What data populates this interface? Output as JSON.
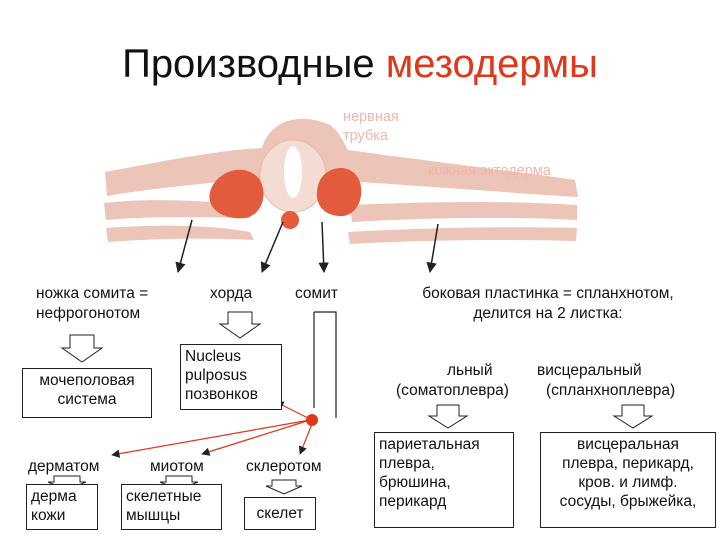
{
  "title": {
    "main": "Производные ",
    "accent": "мезодермы"
  },
  "embryo_labels": {
    "neural_tube_1": "нервная",
    "neural_tube_2": "трубка",
    "ectoderm": "кожная эктодерма"
  },
  "row1": {
    "somite_stalk_1": "ножка сомита =",
    "somite_stalk_2": "нефрогонотом",
    "notochord": "хорда",
    "somite": "сомит",
    "lateral_plate_1": "боковая пластинка = спланхнотом,",
    "lateral_plate_2": "делится на 2 листка:"
  },
  "nucleus": [
    "Nucleus",
    "pulposus",
    "позвонков"
  ],
  "urogenital": [
    "мочеполовая",
    "система"
  ],
  "leaves": {
    "parietal_1": "льный",
    "parietal_2": "(соматоплевра)",
    "visceral_1": "висцеральный",
    "visceral_2": "(спланхноплевра)"
  },
  "row3": {
    "dermatome": "дерматом",
    "myotome": "миотом",
    "sclerotome": "склеротом"
  },
  "dermis": [
    "дерма",
    "кожи"
  ],
  "muscles": [
    "скелетные",
    "мышцы"
  ],
  "skeleton": "скелет",
  "parietal_box": [
    "париетальная",
    "плевра,",
    "брюшина,",
    "перикард"
  ],
  "visceral_box": [
    "висцеральная",
    "плевра, перикард,",
    "кров. и лимф.",
    "сосуды,  брыжейка,"
  ],
  "colors": {
    "accent": "#e0371a",
    "embryo_fill": "#ecc4b8",
    "somite_fill": "#e45a3c",
    "node": "#e0371a"
  }
}
